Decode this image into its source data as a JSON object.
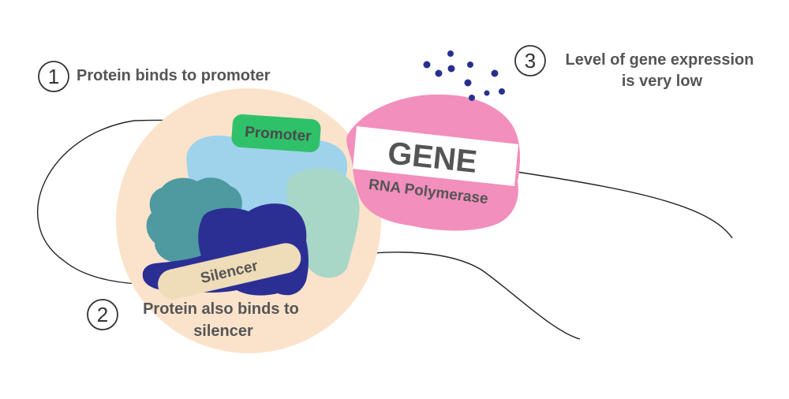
{
  "labels": {
    "promoter": "Promoter",
    "silencer": "Silencer",
    "gene": "GENE",
    "rna_polymerase": "RNA Polymerase"
  },
  "steps": [
    {
      "number": "1",
      "lines": [
        "Protein binds to promoter"
      ]
    },
    {
      "number": "2",
      "lines": [
        "Protein also binds to",
        "silencer"
      ]
    },
    {
      "number": "3",
      "lines": [
        "Level of gene expression",
        "is very low"
      ]
    }
  ],
  "colors": {
    "dna_line": "#222222",
    "complex_background": "#fbe3cb",
    "light_blue_protein": "#9fd3ec",
    "teal_protein": "#4e9aa0",
    "navy_protein": "#2b2f94",
    "mint_protein": "#a8d7c8",
    "promoter_box": "#2fc16a",
    "silencer_box": "#efdcb8",
    "rna_polymerase": "#f28fbc",
    "gene_box": "#ffffff",
    "mrna_dots": "#27308f",
    "text": "#555555"
  }
}
